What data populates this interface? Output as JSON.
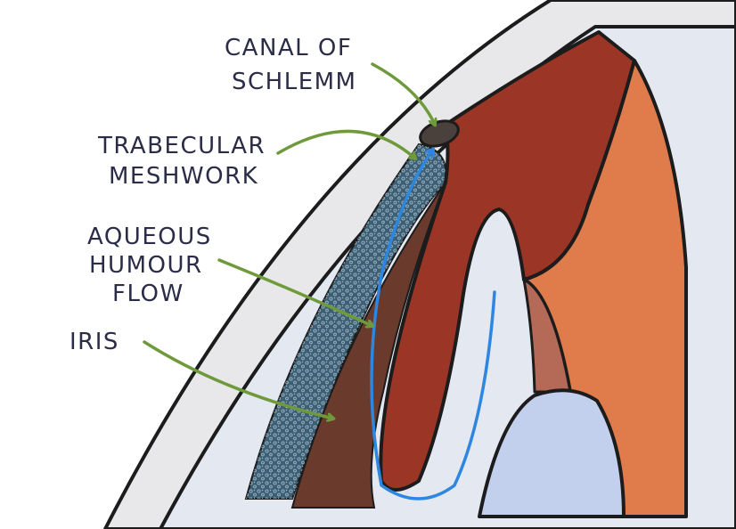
{
  "labels": {
    "canal_of_schlemm": [
      "CANAL OF",
      "SCHLEMM"
    ],
    "trabecular_meshwork": [
      "TRABECULAR",
      "MESHWORK"
    ],
    "aqueous_humour_flow": [
      "AQUEOUS",
      "HUMOUR",
      "FLOW"
    ],
    "iris": [
      "IRIS"
    ]
  },
  "colors": {
    "background": "#ffffff",
    "outline": "#1c1c1c",
    "cornea": "#e8e8ea",
    "anterior_chamber": "#e4e8f1",
    "trabecular_meshwork": "#3d5f74",
    "trabecular_meshwork_texture": "#aac2d2",
    "iris": "#6a3a2c",
    "ciliary_body": "#9b3525",
    "sclera_outer": "#e07c4c",
    "zonule": "#b56a58",
    "lens": "#c2d0ed",
    "flow_arrow": "#2d86e0",
    "pointer_arrow": "#6f9a3c",
    "canal_of_schlemm": "#4a403c",
    "label_text": "#2b2d48"
  }
}
